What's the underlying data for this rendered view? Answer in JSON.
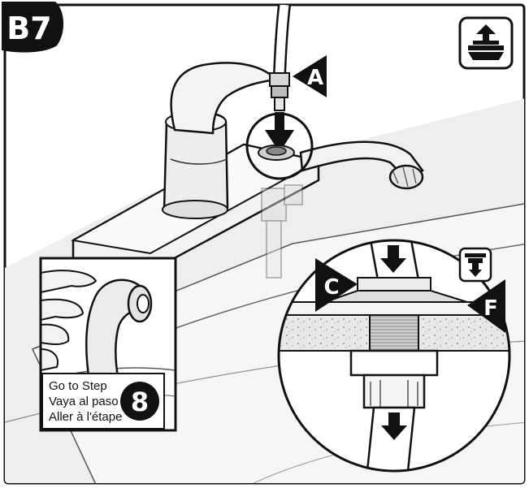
{
  "step_badge": "B7",
  "callouts": {
    "a": "A",
    "c": "C",
    "f": "F"
  },
  "goto": {
    "lines": [
      "Go to Step",
      "Vaya al paso",
      "Aller à l'étape"
    ],
    "step_number": "8"
  },
  "icons": {
    "top_right": "faucet-top-mount-icon",
    "detail": "faucet-under-mount-icon"
  },
  "colors": {
    "ink": "#111111",
    "fill_light": "#f2f2f2",
    "fill_mid": "#d9d9d9",
    "fill_dark": "#bdbdbd",
    "background": "#ffffff"
  }
}
